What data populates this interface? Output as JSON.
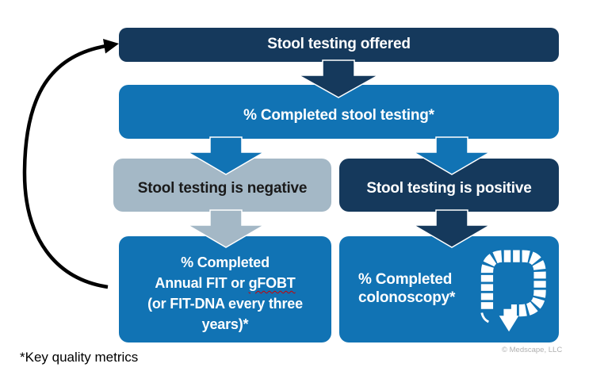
{
  "colors": {
    "navy": "#15395c",
    "blue": "#1173b4",
    "gray": "#a4b8c6",
    "arrow_black": "#000000",
    "spellcheck": "#cc0000",
    "copyright_gray": "#b0b0b0"
  },
  "boxes": {
    "offered": "Stool testing offered",
    "completed_stool": "% Completed stool testing*",
    "negative": "Stool testing is negative",
    "positive": "Stool testing is positive",
    "fit_line1": "% Completed",
    "fit_line2_prefix": "Annual FIT or ",
    "fit_line2_word": "gFOBT",
    "fit_line3": "(or FIT-DNA every three",
    "fit_line4": "years)*",
    "colonoscopy_line1": "% Completed",
    "colonoscopy_line2": "colonoscopy*"
  },
  "footnote": "*Key quality metrics",
  "copyright": "© Medscape, LLC"
}
